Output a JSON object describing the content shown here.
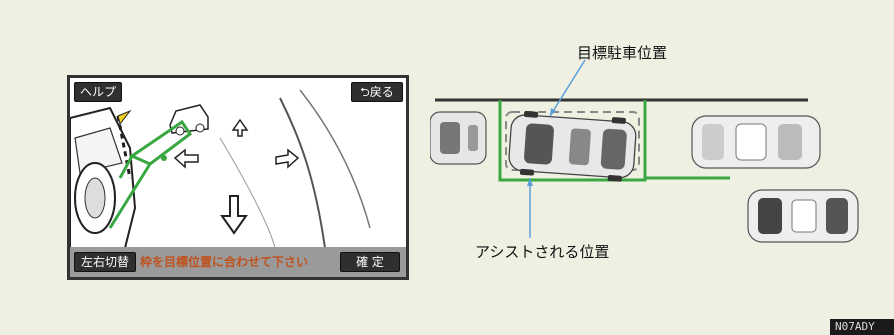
{
  "screen": {
    "help_label": "ヘルプ",
    "back_label": "戻る",
    "lr_switch_label": "左右切替",
    "guide_text": "枠を目標位置に合わせて下さい",
    "confirm_label": "確 定"
  },
  "diagram": {
    "target_position_label": "目標駐車位置",
    "assist_position_label": "アシストされる位置"
  },
  "figure_id": "N07ADY",
  "colors": {
    "guide_green": "#3aa842",
    "screen_frame": "#333333",
    "guide_text_orange": "#c0521e"
  },
  "icons": [
    "back-arrow-icon",
    "up-arrow-icon",
    "left-arrow-icon",
    "right-arrow-icon",
    "down-arrow-icon",
    "flag-icon"
  ]
}
